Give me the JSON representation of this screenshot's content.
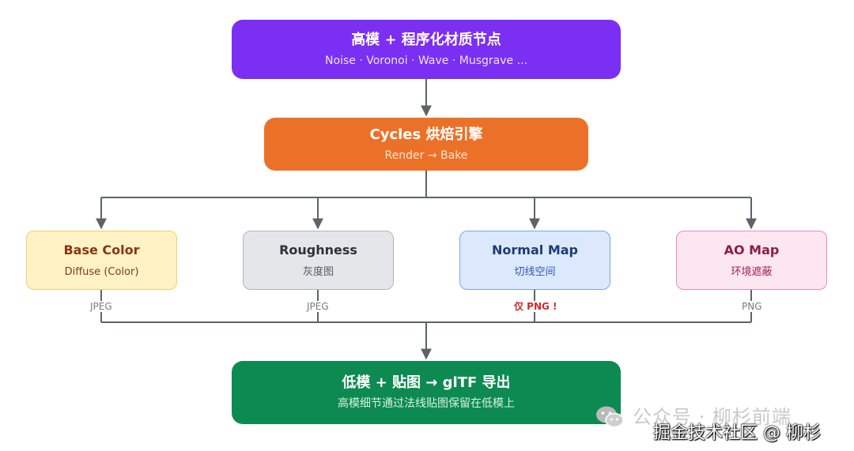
{
  "top_node": {
    "title": "高模 + 程序化材质节点",
    "subtitle": "Noise · Voronoi · Wave · Musgrave ..."
  },
  "bake_node": {
    "title": "Cycles 烘焙引擎",
    "subtitle": "Render → Bake"
  },
  "maps": [
    {
      "title": "Base Color",
      "subtitle": "Diffuse (Color)",
      "format": "JPEG"
    },
    {
      "title": "Roughness",
      "subtitle": "灰度图",
      "format": "JPEG"
    },
    {
      "title": "Normal Map",
      "subtitle": "切线空间",
      "format": "仅 PNG !"
    },
    {
      "title": "AO Map",
      "subtitle": "环境遮蔽",
      "format": "PNG"
    }
  ],
  "export_node": {
    "title": "低模 + 贴图 → glTF 导出",
    "subtitle": "高模细节通过法线贴图保留在低模上"
  },
  "watermark": {
    "line1": "公众号 · 柳杉前端",
    "line2": "掘金技术社区 @ 柳杉"
  },
  "colors": {
    "top_node": "#7b2ff2",
    "bake_node": "#ec7128",
    "export_node": "#0d8a52",
    "connector": "#5f6368",
    "warning_text": "#d22a2a"
  }
}
